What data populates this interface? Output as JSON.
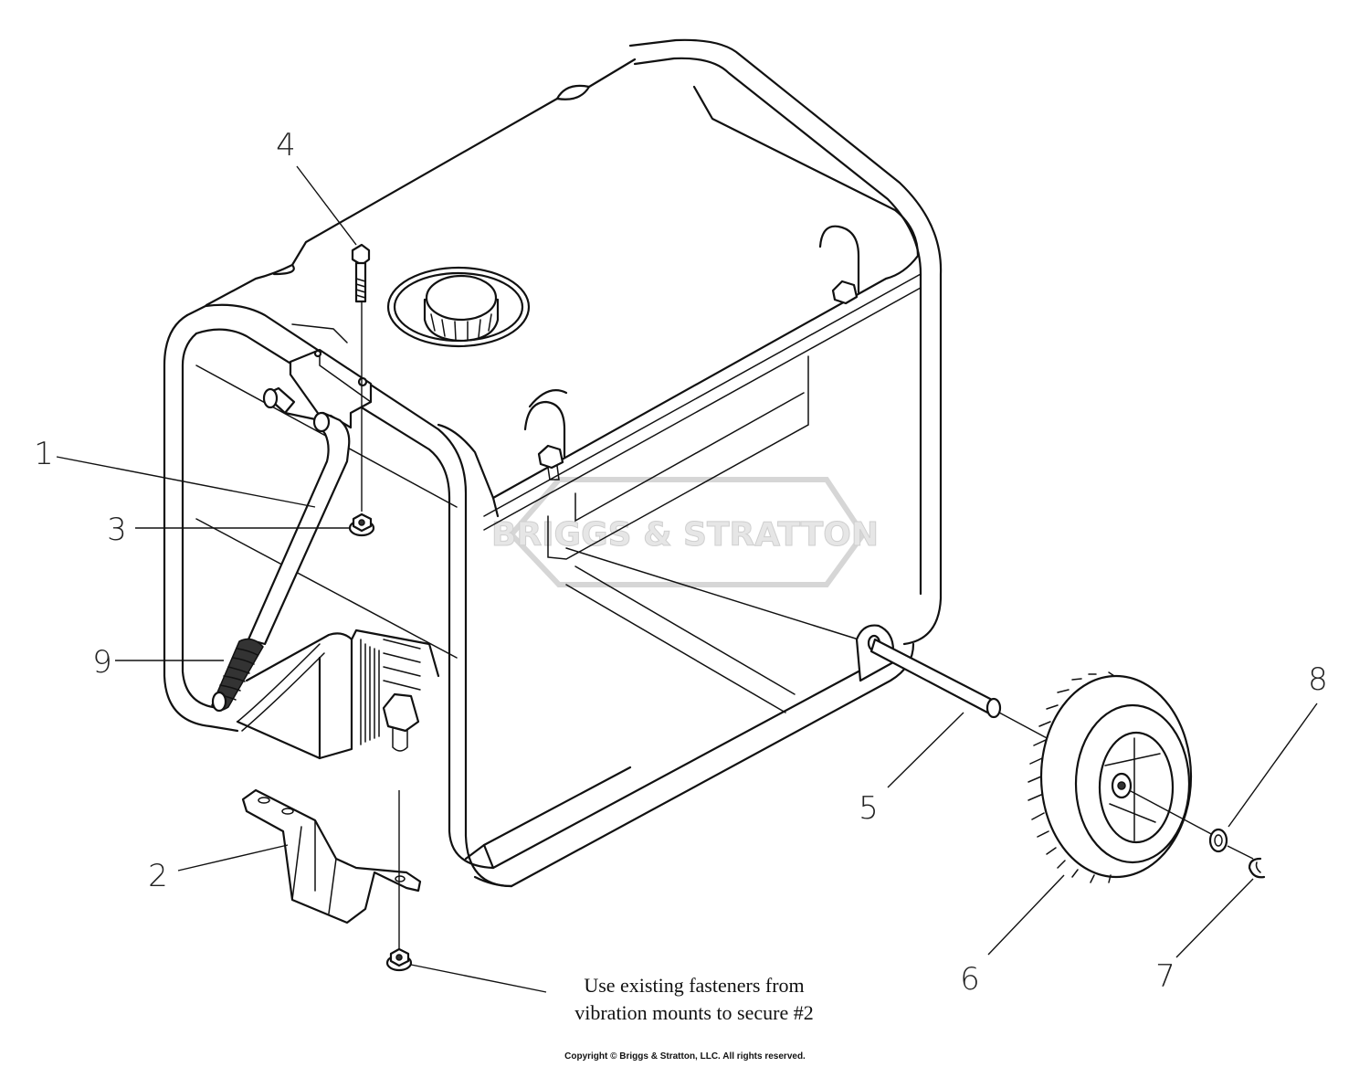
{
  "watermark": {
    "brand": "BRIGGS & STRATTON"
  },
  "callouts": [
    {
      "id": "1",
      "label": "1"
    },
    {
      "id": "2",
      "label": "2"
    },
    {
      "id": "3",
      "label": "3"
    },
    {
      "id": "4",
      "label": "4"
    },
    {
      "id": "5",
      "label": "5"
    },
    {
      "id": "6",
      "label": "6"
    },
    {
      "id": "7",
      "label": "7"
    },
    {
      "id": "8",
      "label": "8"
    },
    {
      "id": "9",
      "label": "9"
    }
  ],
  "note": {
    "line1": "Use existing fasteners from",
    "line2": "vibration mounts to secure #2"
  },
  "copyright": "Copyright © Briggs & Stratton, LLC. All rights reserved."
}
